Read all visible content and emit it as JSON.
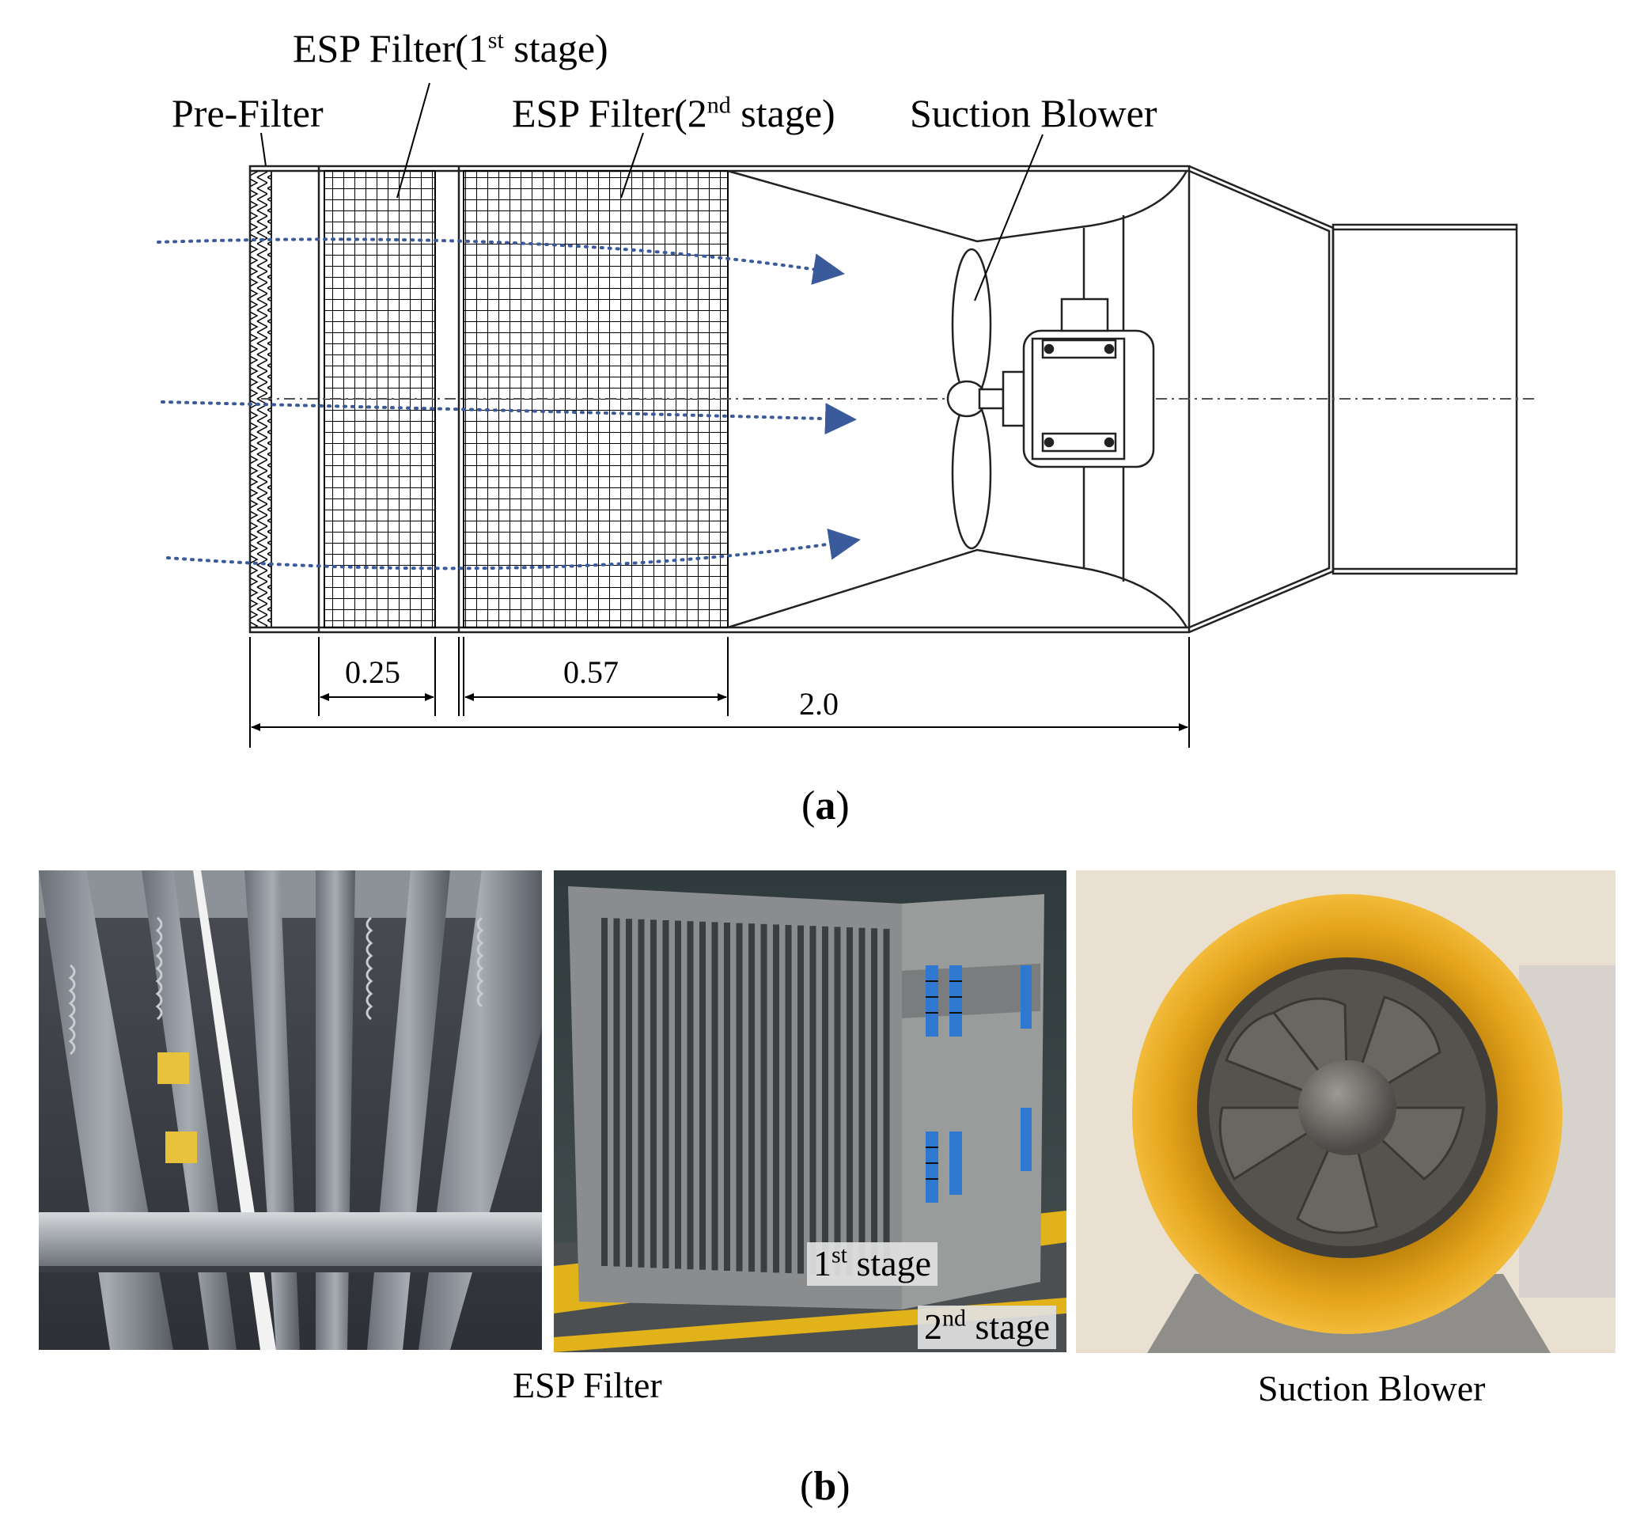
{
  "panel_a": {
    "labels": {
      "esp1": {
        "text": "ESP Filter(1",
        "sup": "st",
        "tail": " stage)"
      },
      "prefilter": {
        "text": "Pre-Filter"
      },
      "esp2": {
        "text": "ESP Filter(2",
        "sup": "nd",
        "tail": " stage)"
      },
      "blower": {
        "text": "Suction Blower"
      }
    },
    "dimensions": {
      "d1": "0.25",
      "d2": "0.57",
      "d3": "2.0"
    },
    "caption": {
      "open": "(",
      "letter": "a",
      "close": ")"
    }
  },
  "panel_b": {
    "photos": {
      "photo1": {
        "subject": "esp-plates-closeup"
      },
      "photo2": {
        "subject": "esp-filter-unit",
        "stage1": {
          "text": "1",
          "sup": "st",
          "tail": " stage"
        },
        "stage2": {
          "text": "2",
          "sup": "nd",
          "tail": " stage"
        }
      },
      "photo3": {
        "subject": "axial-suction-blower"
      }
    },
    "labels": {
      "esp_filter": "ESP Filter",
      "suction_blower": "Suction Blower"
    },
    "caption": {
      "open": "(",
      "letter": "b",
      "close": ")"
    }
  },
  "colors": {
    "flow_arrow": "#3a5a9c",
    "blower_shroud": "#e5a51c",
    "line": "#222222"
  }
}
